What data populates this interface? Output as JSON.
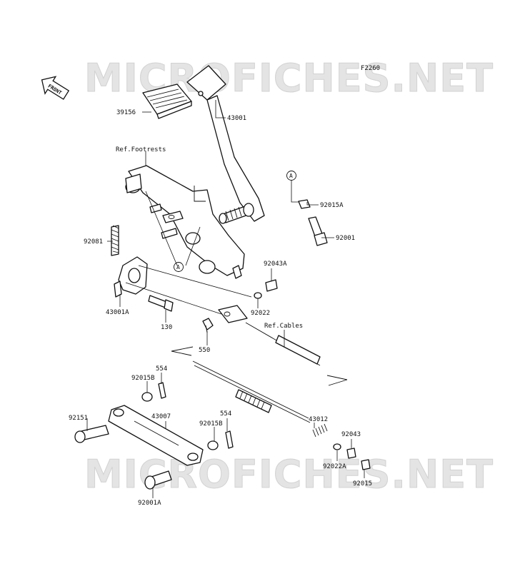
{
  "diagram_code": "F2260",
  "front_badge": "FRONT",
  "watermark": "MICROFICHES.NET",
  "ref_labels": {
    "footrests": "Ref.Footrests",
    "cables": "Ref.Cables"
  },
  "callout": "A",
  "parts": [
    {
      "id": "39156",
      "label": "39156"
    },
    {
      "id": "43001",
      "label": "43001"
    },
    {
      "id": "92015A",
      "label": "92015A"
    },
    {
      "id": "92001",
      "label": "92001"
    },
    {
      "id": "92081",
      "label": "92081"
    },
    {
      "id": "92043A",
      "label": "92043A"
    },
    {
      "id": "92022",
      "label": "92022"
    },
    {
      "id": "43001A",
      "label": "43001A"
    },
    {
      "id": "130",
      "label": "130"
    },
    {
      "id": "550",
      "label": "550"
    },
    {
      "id": "554a",
      "label": "554"
    },
    {
      "id": "92015B_a",
      "label": "92015B"
    },
    {
      "id": "92151",
      "label": "92151"
    },
    {
      "id": "43007",
      "label": "43007"
    },
    {
      "id": "554b",
      "label": "554"
    },
    {
      "id": "92015B_b",
      "label": "92015B"
    },
    {
      "id": "43012",
      "label": "43012"
    },
    {
      "id": "92043",
      "label": "92043"
    },
    {
      "id": "92022A",
      "label": "92022A"
    },
    {
      "id": "92015",
      "label": "92015"
    },
    {
      "id": "92001A",
      "label": "92001A"
    }
  ]
}
